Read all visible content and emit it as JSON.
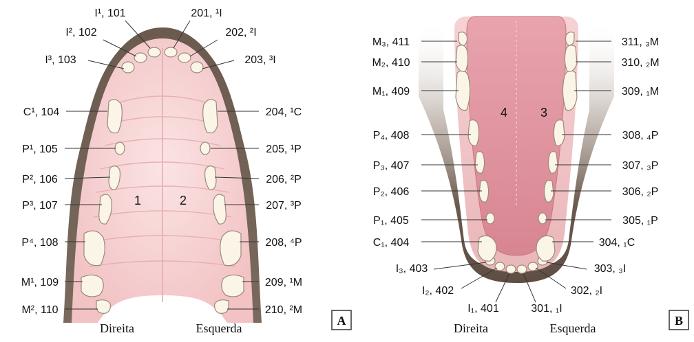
{
  "panelA": {
    "panel_letter": "A",
    "side_right": "Direita",
    "side_left": "Esquerda",
    "quadrant_right": "1",
    "quadrant_left": "2",
    "labels_right": [
      {
        "name": "I¹",
        "code": "101"
      },
      {
        "name": "I²",
        "code": "102"
      },
      {
        "name": "I³",
        "code": "103"
      },
      {
        "name": "C¹",
        "code": "104"
      },
      {
        "name": "P¹",
        "code": "105"
      },
      {
        "name": "P²",
        "code": "106"
      },
      {
        "name": "P³",
        "code": "107"
      },
      {
        "name": "P⁴",
        "code": "108"
      },
      {
        "name": "M¹",
        "code": "109"
      },
      {
        "name": "M²",
        "code": "110"
      }
    ],
    "labels_left": [
      {
        "code": "201",
        "name": "¹I"
      },
      {
        "code": "202",
        "name": "²I"
      },
      {
        "code": "203",
        "name": "³I"
      },
      {
        "code": "204",
        "name": "¹C"
      },
      {
        "code": "205",
        "name": "¹P"
      },
      {
        "code": "206",
        "name": "²P"
      },
      {
        "code": "207",
        "name": "³P"
      },
      {
        "code": "208",
        "name": "⁴P"
      },
      {
        "code": "209",
        "name": "¹M"
      },
      {
        "code": "210",
        "name": "²M"
      }
    ]
  },
  "panelB": {
    "panel_letter": "B",
    "side_right": "Direita",
    "side_left": "Esquerda",
    "quadrant_right": "4",
    "quadrant_left": "3",
    "labels_right": [
      {
        "name": "M₃",
        "code": "411"
      },
      {
        "name": "M₂",
        "code": "410"
      },
      {
        "name": "M₁",
        "code": "409"
      },
      {
        "name": "P₄",
        "code": "408"
      },
      {
        "name": "P₃",
        "code": "407"
      },
      {
        "name": "P₂",
        "code": "406"
      },
      {
        "name": "P₁",
        "code": "405"
      },
      {
        "name": "C₁",
        "code": "404"
      },
      {
        "name": "I₃",
        "code": "403"
      },
      {
        "name": "I₂",
        "code": "402"
      },
      {
        "name": "I₁",
        "code": "401"
      }
    ],
    "labels_left": [
      {
        "code": "311",
        "name": "₃M"
      },
      {
        "code": "310",
        "name": "₂M"
      },
      {
        "code": "309",
        "name": "₁M"
      },
      {
        "code": "308",
        "name": "₄P"
      },
      {
        "code": "307",
        "name": "₃P"
      },
      {
        "code": "306",
        "name": "₂P"
      },
      {
        "code": "305",
        "name": "₁P"
      },
      {
        "code": "304",
        "name": "₁C"
      },
      {
        "code": "303",
        "name": "₃I"
      },
      {
        "code": "302",
        "name": "₂I"
      },
      {
        "code": "301",
        "name": "₁I"
      }
    ]
  }
}
